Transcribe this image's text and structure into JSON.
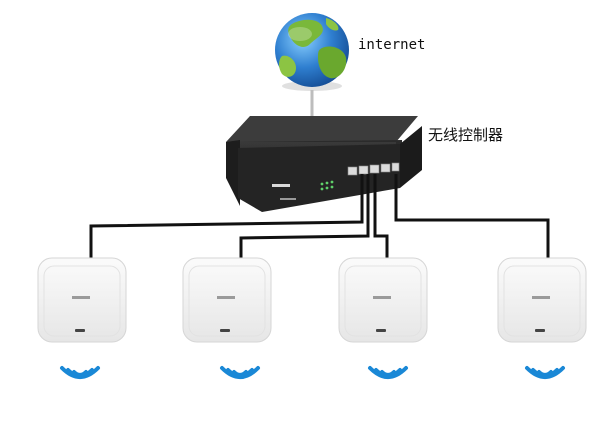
{
  "labels": {
    "internet": "internet",
    "controller": "无线控制器"
  },
  "access_points": [
    {
      "id": "ap-1"
    },
    {
      "id": "ap-2"
    },
    {
      "id": "ap-3"
    },
    {
      "id": "ap-4"
    }
  ],
  "colors": {
    "cable": "#111111",
    "wifi": "#1a88d6",
    "switch_body": "#2a2a2a",
    "ap_body": "#f3f3f3",
    "globe_ocean": "#2f7fd0",
    "globe_land": "#7ab83a"
  }
}
